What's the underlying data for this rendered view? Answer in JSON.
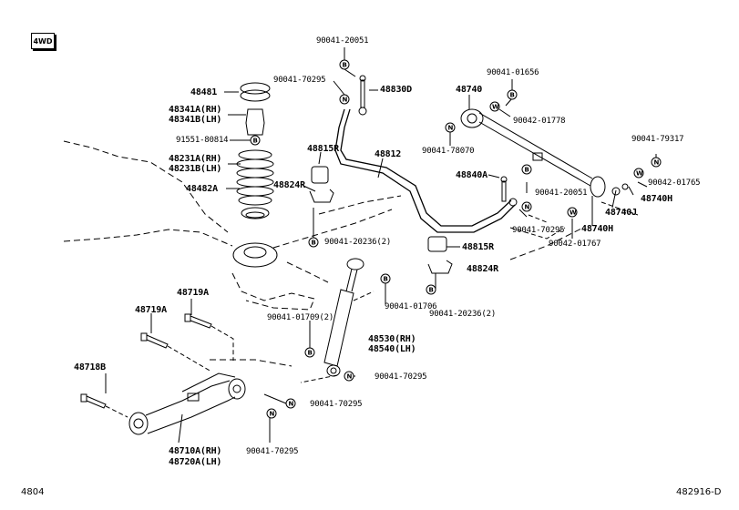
{
  "badge": "4WD",
  "footer": {
    "left": "4804",
    "right": "482916-D"
  },
  "symbols": {
    "bolt": "B",
    "nut": "N",
    "washer": "W"
  },
  "labels": {
    "p48481": "48481",
    "p48341a_rh": "48341A(RH)",
    "p48341b_lh": "48341B(LH)",
    "p91551_80814": "91551-80814",
    "p48231a_rh": "48231A(RH)",
    "p48231b_lh": "48231B(LH)",
    "p48482a": "48482A",
    "p90041_20051_top": "90041-20051",
    "p90041_70295_top": "90041-70295",
    "p48830d": "48830D",
    "p48815r_left": "48815R",
    "p48812": "48812",
    "p48824r_left": "48824R",
    "p90041_20236_left": "90041-20236(2)",
    "p48740": "48740",
    "p90041_01656": "90041-01656",
    "p90042_01778": "90042-01778",
    "p90041_78070": "90041-78070",
    "p48840a": "48840A",
    "p90041_20051_right": "90041-20051",
    "p90041_70295_right": "90041-70295",
    "p90042_01767": "90042-01767",
    "p48740h_lower": "48740H",
    "p48740j": "48740J",
    "p48740h_upper": "48740H",
    "p90042_01765": "90042-01765",
    "p90041_79317": "90041-79317",
    "p48815r_right": "48815R",
    "p48824r_right": "48824R",
    "p90041_20236_right": "90041-20236(2)",
    "p90041_01706": "90041-01706",
    "p90041_01709": "90041-01709(2)",
    "p48530_rh": "48530(RH)",
    "p48540_lh": "48540(LH)",
    "p90041_70295_shock": "90041-70295",
    "p48719a_upper": "48719A",
    "p48719a_lower": "48719A",
    "p48718b": "48718B",
    "p90041_70295_arm1": "90041-70295",
    "p90041_70295_arm2": "90041-70295",
    "p48710a_rh": "48710A(RH)",
    "p48720a_lh": "48720A(LH)"
  }
}
